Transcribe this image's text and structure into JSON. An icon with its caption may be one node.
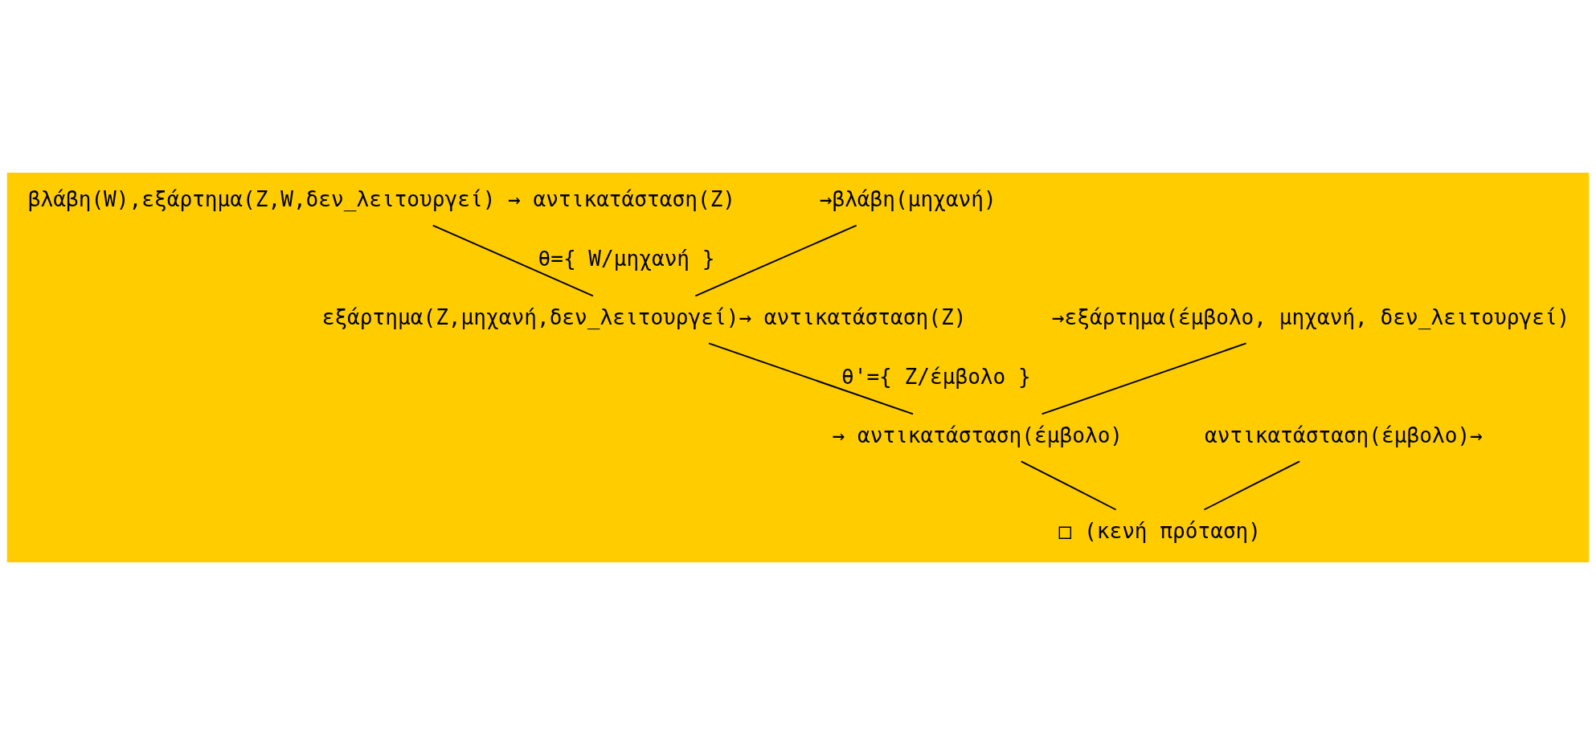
{
  "diagram": {
    "nodes": [
      {
        "text": [
          "βλάβη(W),εξάρτημα(Z,W,δεν_λειτουργεί) → αντικατάσταση(Z)"
        ]
      },
      {
        "text": [
          "→βλάβη(μηχανή)"
        ]
      },
      {
        "text": [
          "εξάρτημα(Z,μηχανή,δεν_λειτουργεί)→ αντικατάσταση(Z)"
        ]
      },
      {
        "text": [
          "→εξάρτημα(έμβολο, μηχανή, δεν_λειτουργεί)"
        ]
      },
      {
        "text": [
          "αντικατάσταση(έμβολο)→"
        ]
      },
      {
        "text": [
          "→ αντικατάσταση(έμβολο)"
        ]
      },
      {
        "text": [
          "□ (κενή πρόταση)"
        ]
      }
    ],
    "edges": [
      {
        "from": 0,
        "to": 2,
        "arrow": "none",
        "label": "θ={ W/μηχανή }"
      },
      {
        "from": 1,
        "to": 2,
        "arrow": "none"
      },
      {
        "from": 2,
        "to": 5,
        "arrow": "none",
        "label": "θ'={ Z/έμβολο }"
      },
      {
        "from": 3,
        "to": 5,
        "arrow": "none"
      },
      {
        "from": 4,
        "to": 6,
        "arrow": "none"
      },
      {
        "from": 5,
        "to": 6,
        "arrow": "none"
      }
    ]
  }
}
